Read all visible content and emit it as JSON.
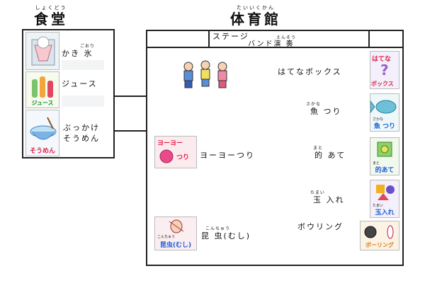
{
  "cafeteria": {
    "ruby": "しょくどう",
    "title": "食堂",
    "items": [
      {
        "label": "かき 氷",
        "ruby": "ごおり"
      },
      {
        "label": "ジュース",
        "thumb_text": "ジュース"
      },
      {
        "label_line1": "ぶっかけ",
        "label_line2": "そうめん",
        "thumb_text": "そうめん"
      }
    ]
  },
  "gym": {
    "ruby": "たいいくかん",
    "title": "体育館",
    "stage": {
      "line1": "ステージ",
      "line2": "バンド演 奏",
      "ruby": "えんそう"
    },
    "booths": {
      "hatena": {
        "label": "はてなボックス",
        "thumb_line1": "はてな",
        "thumb_line2": "ボックス"
      },
      "fish": {
        "label": "魚 つり",
        "ruby": "さかな",
        "thumb_ruby": "さかな",
        "thumb_text": "魚 つり"
      },
      "yoyo": {
        "label": "ヨーヨーつり",
        "thumb_line1": "ヨーヨー",
        "thumb_line2": "つり"
      },
      "target": {
        "label": "的 あて",
        "ruby": "まと",
        "thumb_ruby": "まと",
        "thumb_text": "的あて"
      },
      "tamaire": {
        "label": "玉 入れ",
        "ruby": "たまい",
        "thumb_ruby": "たまい",
        "thumb_text": "玉入れ"
      },
      "bowling": {
        "label": "ボウリング",
        "thumb_text": "ボーリング"
      },
      "insect": {
        "label": "昆 虫(むし)",
        "ruby": "こんちゅう",
        "thumb_ruby": "こんちゅう",
        "thumb_text": "昆虫(むし)"
      }
    }
  },
  "colors": {
    "line": "#222222",
    "thumb_red": "#e0204a",
    "thumb_blue": "#1e5fd8",
    "yoyo_pink": "#e84a8a"
  }
}
